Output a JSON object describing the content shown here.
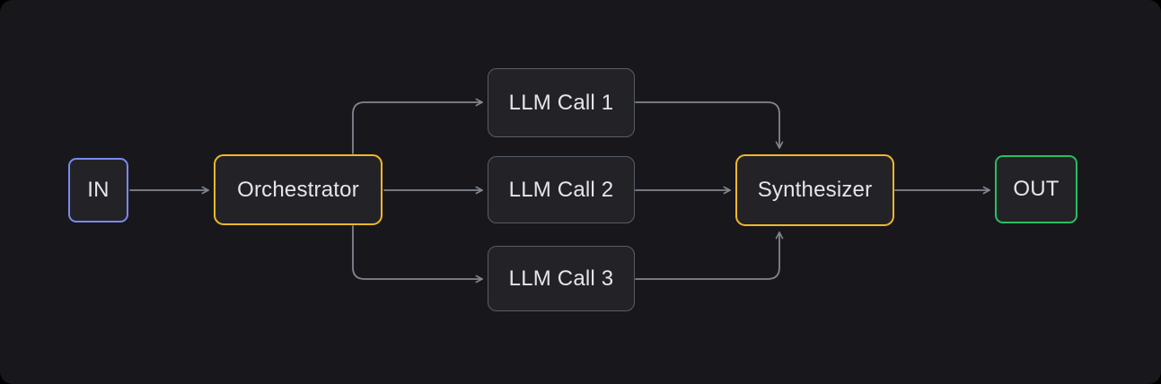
{
  "diagram": {
    "title": "orchestrator-workers-workflow",
    "nodes": [
      {
        "id": "in",
        "label": "IN",
        "border_color": "#7d88f0"
      },
      {
        "id": "orchestrator",
        "label": "Orchestrator",
        "border_color": "#f2b72a"
      },
      {
        "id": "llm1",
        "label": "LLM Call 1",
        "border_color": "#575d69"
      },
      {
        "id": "llm2",
        "label": "LLM Call 2",
        "border_color": "#575d69"
      },
      {
        "id": "llm3",
        "label": "LLM Call 3",
        "border_color": "#575d69"
      },
      {
        "id": "synthesizer",
        "label": "Synthesizer",
        "border_color": "#f2b72a"
      },
      {
        "id": "out",
        "label": "OUT",
        "border_color": "#2abd63"
      }
    ],
    "edges": [
      {
        "from": "in",
        "to": "orchestrator"
      },
      {
        "from": "orchestrator",
        "to": "llm1"
      },
      {
        "from": "orchestrator",
        "to": "llm2"
      },
      {
        "from": "orchestrator",
        "to": "llm3"
      },
      {
        "from": "llm1",
        "to": "synthesizer"
      },
      {
        "from": "llm2",
        "to": "synthesizer"
      },
      {
        "from": "llm3",
        "to": "synthesizer"
      },
      {
        "from": "synthesizer",
        "to": "out"
      }
    ]
  },
  "colors": {
    "canvas-bg": "#18181c",
    "node-bg": "#232327",
    "node-border-gray": "#575d69",
    "accent-amber": "#f2b72a",
    "accent-indigo": "#7d88f0",
    "accent-green": "#2abd63",
    "line": "#82868f",
    "text": "#e5e6e9"
  }
}
